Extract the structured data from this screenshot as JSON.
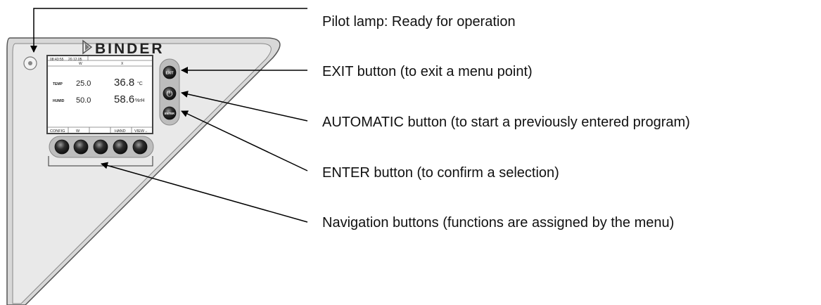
{
  "brand": "BINDER",
  "display": {
    "time": "08:43:55",
    "date": "20.12.05",
    "col_w": "W",
    "col_x": "X",
    "rows": [
      {
        "label": "TEMP",
        "setpoint": "25.0",
        "actual": "36.8",
        "unit": "°C"
      },
      {
        "label": "HUMID",
        "setpoint": "50.0",
        "actual": "58.6",
        "unit": "%rH"
      }
    ],
    "softkeys": [
      "CONFIG",
      "W",
      "",
      "HAND",
      "VIEW→"
    ]
  },
  "side_buttons": {
    "exit_label": "EXIT",
    "automatic_symbol": "⏻",
    "enter_label": "ENTER"
  },
  "callouts": {
    "pilot_lamp": "Pilot lamp: Ready for operation",
    "exit": "EXIT button (to exit a menu point)",
    "automatic": "AUTOMATIC button (to start a previously entered program)",
    "enter": "ENTER button (to confirm a selection)",
    "navigation": "Navigation buttons (functions are assigned by the menu)"
  }
}
